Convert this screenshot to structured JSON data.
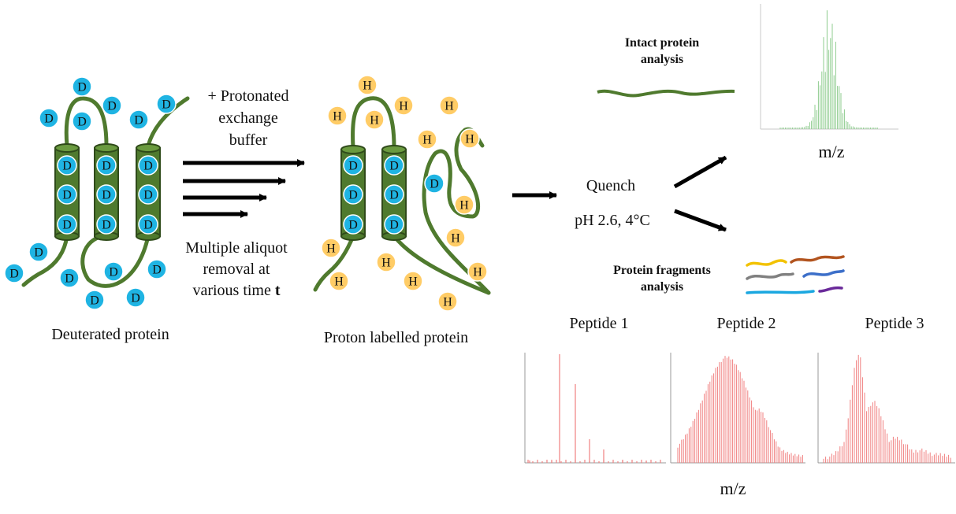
{
  "left": {
    "caption": "Deuterated protein",
    "atom_label": "D",
    "atom_color": "#1fb4e3",
    "helix_color": "#4f7a2e"
  },
  "step1": {
    "line1": "+ Protonated",
    "line2": "exchange",
    "line3": "buffer",
    "aliquot1": "Multiple aliquot",
    "aliquot2": "removal at",
    "aliquot3": "various time ",
    "aliquot3_bold": "t"
  },
  "middle": {
    "caption": "Proton labelled protein",
    "atom_label": "H",
    "atom_color": "#ffcc66",
    "remaining_label": "D"
  },
  "quench": {
    "title": "Quench",
    "conditions": "pH 2.6, 4°C"
  },
  "intact": {
    "line1": "Intact protein",
    "line2": "analysis",
    "axis_label": "m/z",
    "spectrum_color": "#8fcc8f"
  },
  "fragments": {
    "line1": "Protein fragments",
    "line2": "analysis",
    "axis_label": "m/z",
    "spectrum_color": "#f08080",
    "fragment_colors": [
      "#f2c200",
      "#b2541f",
      "#808080",
      "#3c6fc9",
      "#1aa7e0",
      "#6a2a9a"
    ],
    "peptides": [
      {
        "label": "Peptide 1"
      },
      {
        "label": "Peptide 2"
      },
      {
        "label": "Peptide 3"
      }
    ]
  }
}
